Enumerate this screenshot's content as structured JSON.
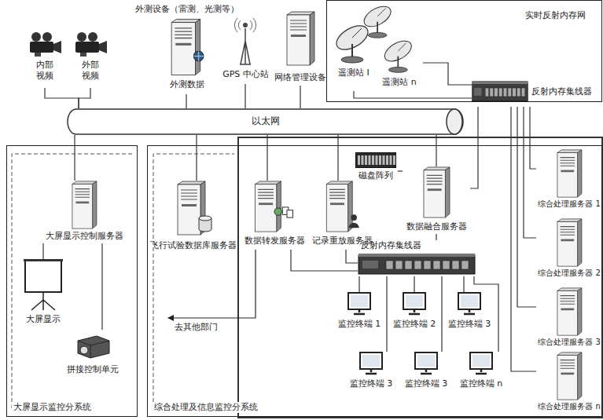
{
  "diagram": {
    "nodes": [
      {
        "text": [
          "内部视频"
        ]
      },
      {
        "text": [
          "外部视频"
        ]
      },
      {
        "text": [
          "外测设备（雷测、光测等）",
          "外测数据"
        ]
      },
      {
        "text": [
          "GPS 中心站"
        ]
      },
      {
        "text": [
          "网络管理设备"
        ]
      },
      {
        "text": [
          "实时反射内存网"
        ]
      },
      {
        "text": [
          "遥测站 I"
        ],
        "in": 5
      },
      {
        "text": [
          "遥测站 n"
        ],
        "in": 5
      },
      {
        "text": [
          "反射内存集线器"
        ]
      },
      {
        "text": [
          "以太网"
        ]
      },
      {
        "text": [
          "大屏显示监控分系统"
        ]
      },
      {
        "text": [
          "大屏显示控制服务器"
        ],
        "in": 10
      },
      {
        "text": [
          "大屏显示"
        ],
        "in": 10
      },
      {
        "text": [
          "拼接控制单元"
        ],
        "in": 10
      },
      {
        "text": [
          "综合处理及信息监控分系统"
        ]
      },
      {
        "text": [
          "飞行试验数据库服务器"
        ],
        "in": 14
      },
      {
        "text": [
          "数据转发服务器"
        ],
        "in": 14
      },
      {
        "text": [
          "记录重放服务器"
        ],
        "in": 14
      },
      {
        "text": [
          "磁盘阵列"
        ],
        "in": 14
      },
      {
        "text": [
          "数据融合服务器"
        ],
        "in": 14
      },
      {
        "text": [
          "反射内存集线器"
        ],
        "in": 14
      },
      {
        "text": [
          "综合处理服务器 1"
        ],
        "in": 14
      },
      {
        "text": [
          "综合处理服务器 2"
        ],
        "in": 14
      },
      {
        "text": [
          "综合处理服务器 3"
        ],
        "in": 14
      },
      {
        "text": [
          "综合处理服务器 n"
        ],
        "in": 14
      },
      {
        "text": [
          "监控终端 1"
        ],
        "in": 14
      },
      {
        "text": [
          "监控终端 2"
        ],
        "in": 14
      },
      {
        "text": [
          "监控终端 3"
        ],
        "in": 14
      },
      {
        "text": [
          "监控终端 3"
        ],
        "in": 14
      },
      {
        "text": [
          "监控终端 3"
        ],
        "in": 14
      },
      {
        "text": [
          "监控终端 n"
        ],
        "in": 14
      }
    ],
    "edges": [
      {
        "from": 9,
        "to": 0,
        "arrow": "none"
      },
      {
        "from": 9,
        "to": 1,
        "arrow": "none"
      },
      {
        "from": 9,
        "to": 2,
        "arrow": "none"
      },
      {
        "from": 9,
        "to": 3,
        "arrow": "none"
      },
      {
        "from": 9,
        "to": 4,
        "arrow": "none"
      },
      {
        "from": 6,
        "to": 8,
        "arrow": "none"
      },
      {
        "from": 7,
        "to": 8,
        "arrow": "none"
      },
      {
        "from": 9,
        "to": 11,
        "arrow": "none"
      },
      {
        "from": 11,
        "to": 12,
        "arrow": "none"
      },
      {
        "from": 11,
        "to": 13,
        "arrow": "none"
      },
      {
        "from": 9,
        "to": 15,
        "arrow": "none"
      },
      {
        "from": 9,
        "to": 16,
        "arrow": "none"
      },
      {
        "from": 9,
        "to": 17,
        "arrow": "none"
      },
      {
        "from": 9,
        "to": 19,
        "arrow": "none"
      },
      {
        "from": 18,
        "to": 19,
        "arrow": "none"
      },
      {
        "from": 8,
        "to": 19,
        "arrow": "none"
      },
      {
        "from": 16,
        "to": 20,
        "arrow": "none"
      },
      {
        "from": 17,
        "to": 20,
        "arrow": "none"
      },
      {
        "from": 19,
        "to": 20,
        "arrow": "none"
      },
      {
        "from": 8,
        "to": 21,
        "arrow": "none"
      },
      {
        "from": 8,
        "to": 22,
        "arrow": "none"
      },
      {
        "from": 8,
        "to": 23,
        "arrow": "none"
      },
      {
        "from": 8,
        "to": 24,
        "arrow": "none"
      },
      {
        "from": 20,
        "to": 25,
        "arrow": "none"
      },
      {
        "from": 20,
        "to": 26,
        "arrow": "none"
      },
      {
        "from": 20,
        "to": 27,
        "arrow": "none"
      },
      {
        "from": 20,
        "to": 28,
        "arrow": "none"
      },
      {
        "from": 20,
        "to": 29,
        "arrow": "none"
      },
      {
        "from": 20,
        "to": 30,
        "arrow": "none"
      }
    ],
    "labels": [
      "去其他部门"
    ]
  }
}
